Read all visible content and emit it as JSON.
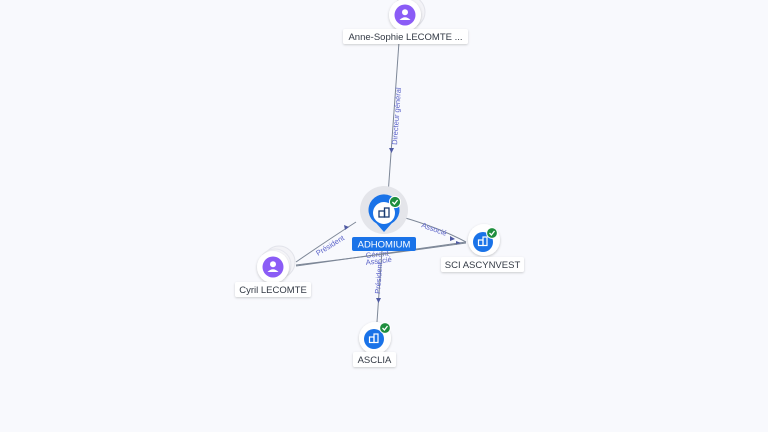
{
  "nodes": {
    "anne": {
      "label": "Anne-Sophie LECOMTE ...",
      "kind": "person"
    },
    "adhomium": {
      "label": "ADHOMIUM",
      "kind": "company-main",
      "verified": true
    },
    "cyril": {
      "label": "Cyril LECOMTE",
      "kind": "person"
    },
    "sci": {
      "label": "SCI ASCYNVEST",
      "kind": "company",
      "verified": true
    },
    "asclia": {
      "label": "ASCLIA",
      "kind": "company",
      "verified": true
    }
  },
  "edges": {
    "directeur": {
      "label": "Directeur général"
    },
    "president_cyril": {
      "label": "Président"
    },
    "associe_sci": {
      "label": "Associé"
    },
    "gerant": {
      "label": "Gérant"
    },
    "associe_cyril": {
      "label": "Associé"
    },
    "president_asclia": {
      "label": "Président"
    }
  },
  "colors": {
    "person": "#8b5cf6",
    "company": "#1a73e8",
    "verified": "#1e8e3e",
    "edge": "#7d8797",
    "edge_label": "#5b63c9"
  },
  "icons": {
    "person": "person-icon",
    "company": "building-icon",
    "verified": "check-icon"
  }
}
